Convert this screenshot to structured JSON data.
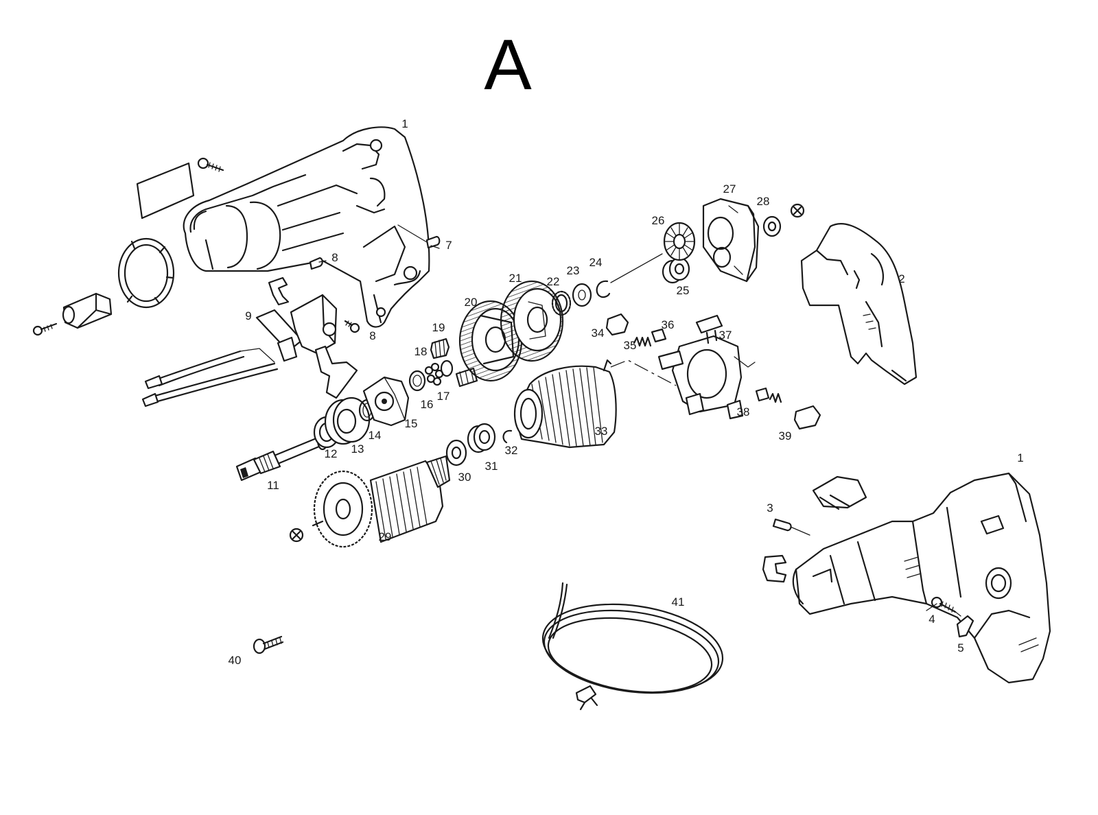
{
  "title": "A",
  "callouts": [
    {
      "id": "c1a",
      "text": "1"
    },
    {
      "id": "c1b",
      "text": "1"
    },
    {
      "id": "c2",
      "text": "2"
    },
    {
      "id": "c3",
      "text": "3"
    },
    {
      "id": "c4",
      "text": "4"
    },
    {
      "id": "c5",
      "text": "5"
    },
    {
      "id": "c7",
      "text": "7"
    },
    {
      "id": "c8a",
      "text": "8"
    },
    {
      "id": "c8b",
      "text": "8"
    },
    {
      "id": "c9",
      "text": "9"
    },
    {
      "id": "c11",
      "text": "11"
    },
    {
      "id": "c12",
      "text": "12"
    },
    {
      "id": "c13",
      "text": "13"
    },
    {
      "id": "c14",
      "text": "14"
    },
    {
      "id": "c15",
      "text": "15"
    },
    {
      "id": "c16",
      "text": "16"
    },
    {
      "id": "c17",
      "text": "17"
    },
    {
      "id": "c18",
      "text": "18"
    },
    {
      "id": "c19",
      "text": "19"
    },
    {
      "id": "c20",
      "text": "20"
    },
    {
      "id": "c21",
      "text": "21"
    },
    {
      "id": "c22",
      "text": "22"
    },
    {
      "id": "c23",
      "text": "23"
    },
    {
      "id": "c24",
      "text": "24"
    },
    {
      "id": "c25",
      "text": "25"
    },
    {
      "id": "c26",
      "text": "26"
    },
    {
      "id": "c27",
      "text": "27"
    },
    {
      "id": "c28",
      "text": "28"
    },
    {
      "id": "c29",
      "text": "29"
    },
    {
      "id": "c30",
      "text": "30"
    },
    {
      "id": "c31",
      "text": "31"
    },
    {
      "id": "c32",
      "text": "32"
    },
    {
      "id": "c33",
      "text": "33"
    },
    {
      "id": "c34",
      "text": "34"
    },
    {
      "id": "c35",
      "text": "35"
    },
    {
      "id": "c36",
      "text": "36"
    },
    {
      "id": "c37",
      "text": "37"
    },
    {
      "id": "c38",
      "text": "38"
    },
    {
      "id": "c39",
      "text": "39"
    },
    {
      "id": "c40",
      "text": "40"
    },
    {
      "id": "c41",
      "text": "41"
    }
  ]
}
